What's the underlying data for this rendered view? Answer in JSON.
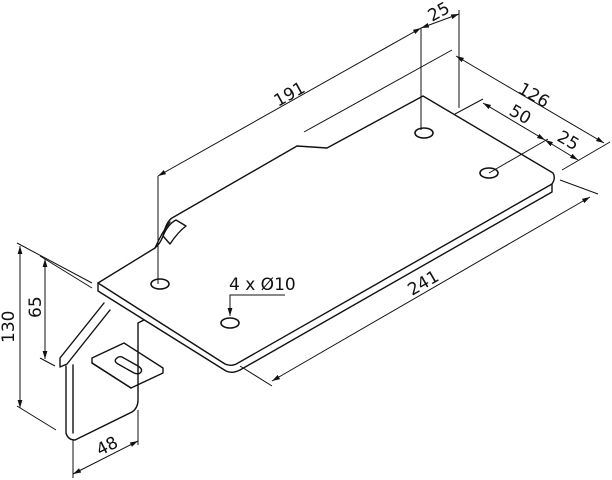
{
  "drawing": {
    "subject": "bracket-plate",
    "stroke_color": "#111111",
    "background": "#ffffff"
  },
  "dimensions": {
    "length_191": "191",
    "offset_25_top": "25",
    "width_126": "126",
    "hole_spacing_50": "50",
    "edge_25_right": "25",
    "length_241": "241",
    "height_130": "130",
    "height_65": "65",
    "width_48": "48",
    "holes_callout": "4 x Ø10"
  }
}
